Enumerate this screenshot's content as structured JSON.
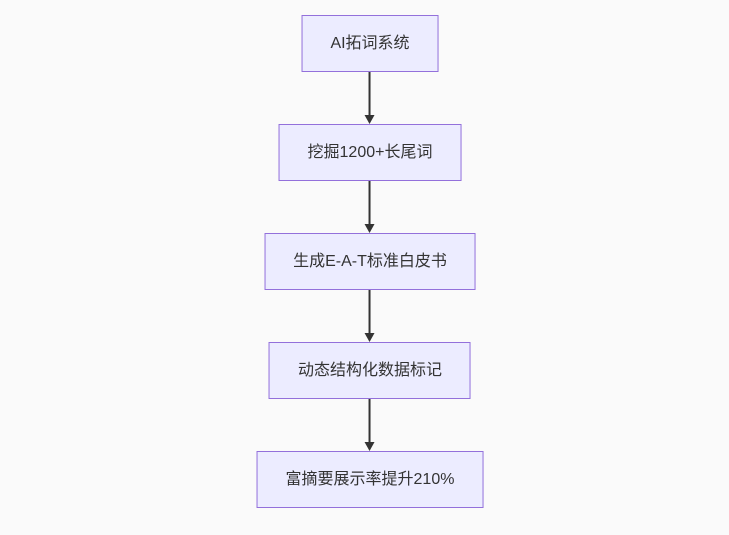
{
  "diagram": {
    "type": "flowchart",
    "direction": "top-down",
    "nodes": [
      {
        "id": "A",
        "label": "AI拓词系统"
      },
      {
        "id": "B",
        "label": "挖掘1200+长尾词"
      },
      {
        "id": "C",
        "label": "生成E-A-T标准白皮书"
      },
      {
        "id": "D",
        "label": "动态结构化数据标记"
      },
      {
        "id": "E",
        "label": "富摘要展示率提升210%"
      }
    ],
    "edges": [
      {
        "from": "A",
        "to": "B"
      },
      {
        "from": "B",
        "to": "C"
      },
      {
        "from": "C",
        "to": "D"
      },
      {
        "from": "D",
        "to": "E"
      }
    ],
    "colors": {
      "node_fill": "#ECECFF",
      "node_border": "#9370DB",
      "node_text": "#333333",
      "edge_line": "#333333",
      "background": "#fafafa"
    }
  }
}
